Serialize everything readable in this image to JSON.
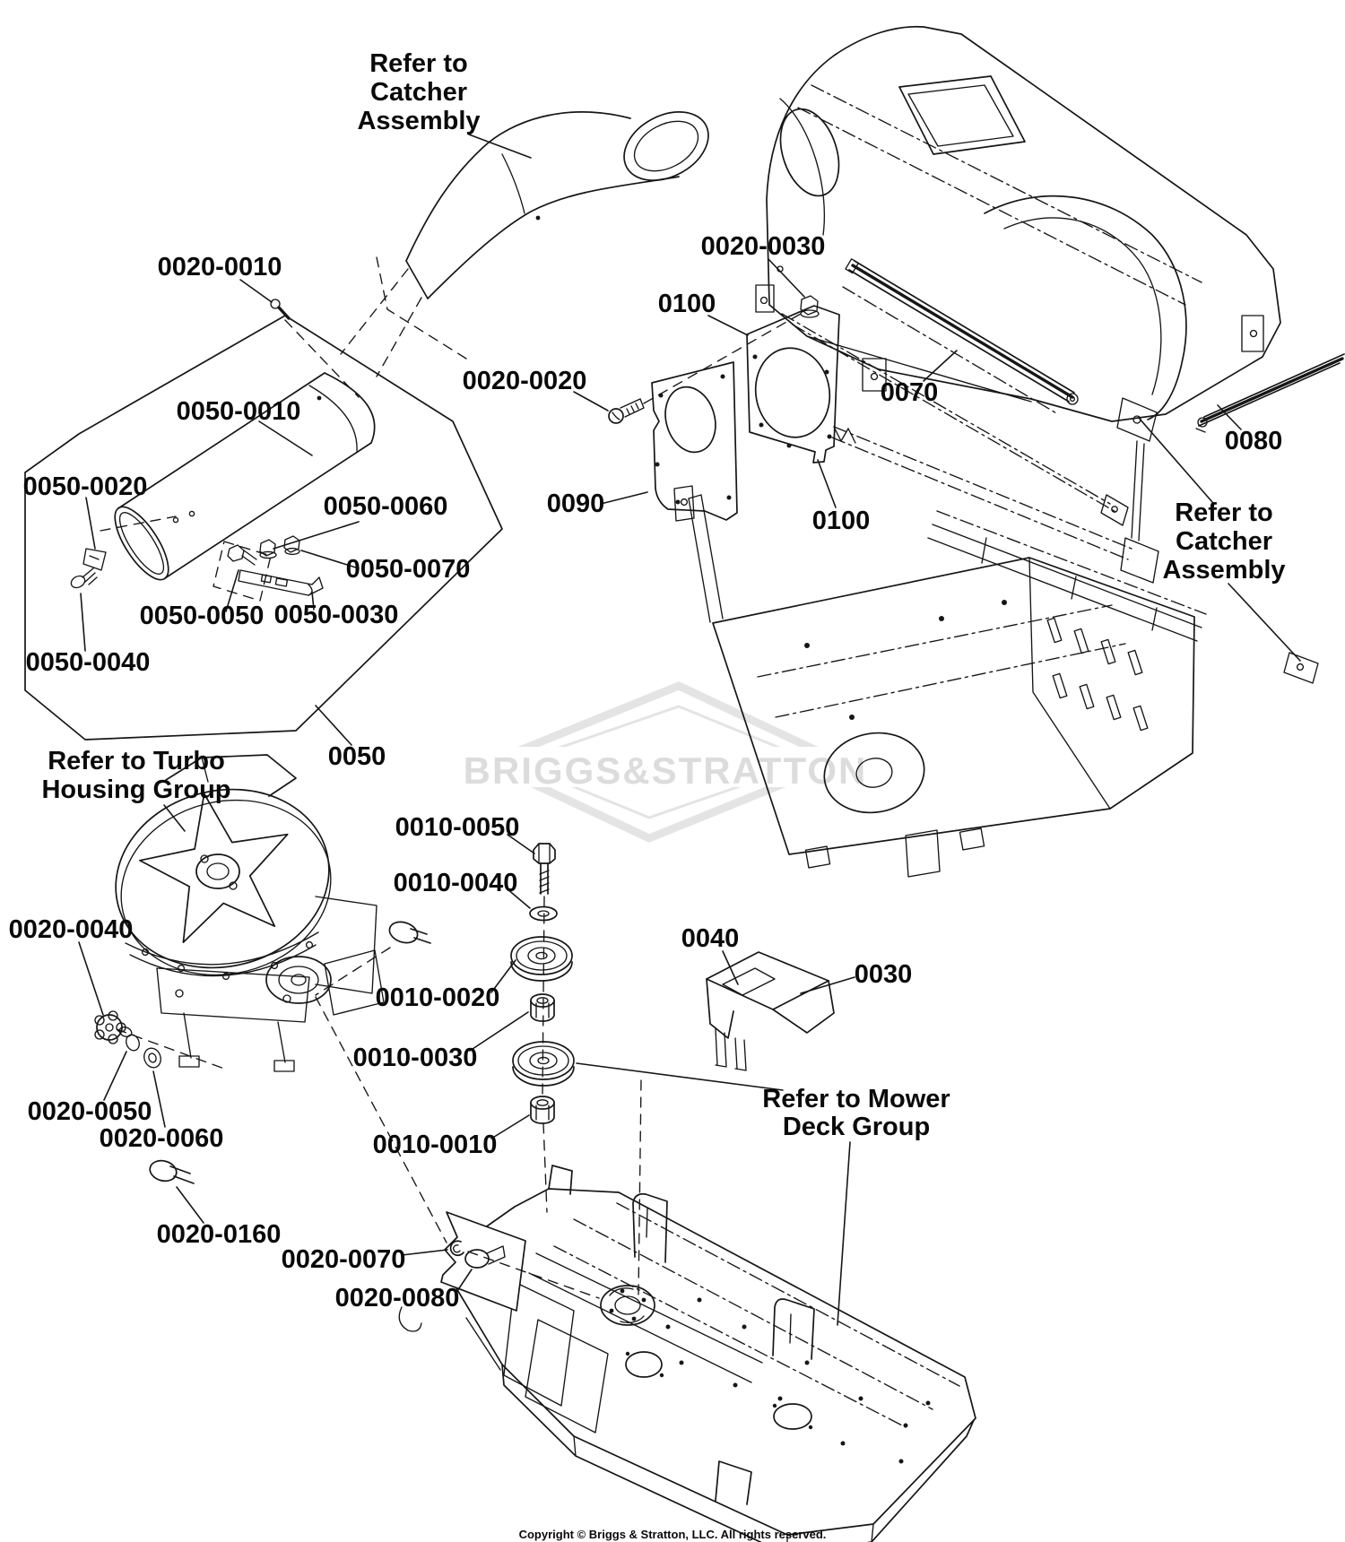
{
  "diagram": {
    "title": "Briggs & Stratton exploded parts diagram - catcher / turbo housing / mower deck",
    "colors": {
      "ink": "#161616",
      "background": "#ffffff",
      "watermark": "#dcdcdc"
    },
    "watermark": {
      "brand": "BRIGGS&STRATTON"
    },
    "copyright": "Copyright © Briggs & Stratton, LLC. All rights reserved.",
    "notes": {
      "catcher_top": [
        "Refer to",
        "Catcher",
        "Assembly"
      ],
      "catcher_right": [
        "Refer to",
        "Catcher",
        "Assembly"
      ],
      "turbo": [
        "Refer to Turbo",
        "Housing Group"
      ],
      "mower": [
        "Refer to Mower",
        "Deck Group"
      ]
    },
    "labels": [
      {
        "id": "0020-0010",
        "text": "0020-0010"
      },
      {
        "id": "0050-0010",
        "text": "0050-0010"
      },
      {
        "id": "0020-0020",
        "text": "0020-0020"
      },
      {
        "id": "0020-0030",
        "text": "0020-0030"
      },
      {
        "id": "0100-left",
        "text": "0100"
      },
      {
        "id": "0070",
        "text": "0070"
      },
      {
        "id": "0090",
        "text": "0090"
      },
      {
        "id": "0100-right",
        "text": "0100"
      },
      {
        "id": "0080",
        "text": "0080"
      },
      {
        "id": "0050-0020",
        "text": "0050-0020"
      },
      {
        "id": "0050-0060",
        "text": "0050-0060"
      },
      {
        "id": "0050-0070",
        "text": "0050-0070"
      },
      {
        "id": "0050-0050",
        "text": "0050-0050"
      },
      {
        "id": "0050-0030",
        "text": "0050-0030"
      },
      {
        "id": "0050-0040",
        "text": "0050-0040"
      },
      {
        "id": "0050",
        "text": "0050"
      },
      {
        "id": "0020-0040",
        "text": "0020-0040"
      },
      {
        "id": "0010-0050",
        "text": "0010-0050"
      },
      {
        "id": "0010-0040",
        "text": "0010-0040"
      },
      {
        "id": "0010-0020",
        "text": "0010-0020"
      },
      {
        "id": "0010-0030",
        "text": "0010-0030"
      },
      {
        "id": "0040",
        "text": "0040"
      },
      {
        "id": "0030",
        "text": "0030"
      },
      {
        "id": "0010-0010",
        "text": "0010-0010"
      },
      {
        "id": "0020-0050",
        "text": "0020-0050"
      },
      {
        "id": "0020-0060",
        "text": "0020-0060"
      },
      {
        "id": "0020-0160",
        "text": "0020-0160"
      },
      {
        "id": "0020-0070",
        "text": "0020-0070"
      },
      {
        "id": "0020-0080",
        "text": "0020-0080"
      }
    ]
  }
}
